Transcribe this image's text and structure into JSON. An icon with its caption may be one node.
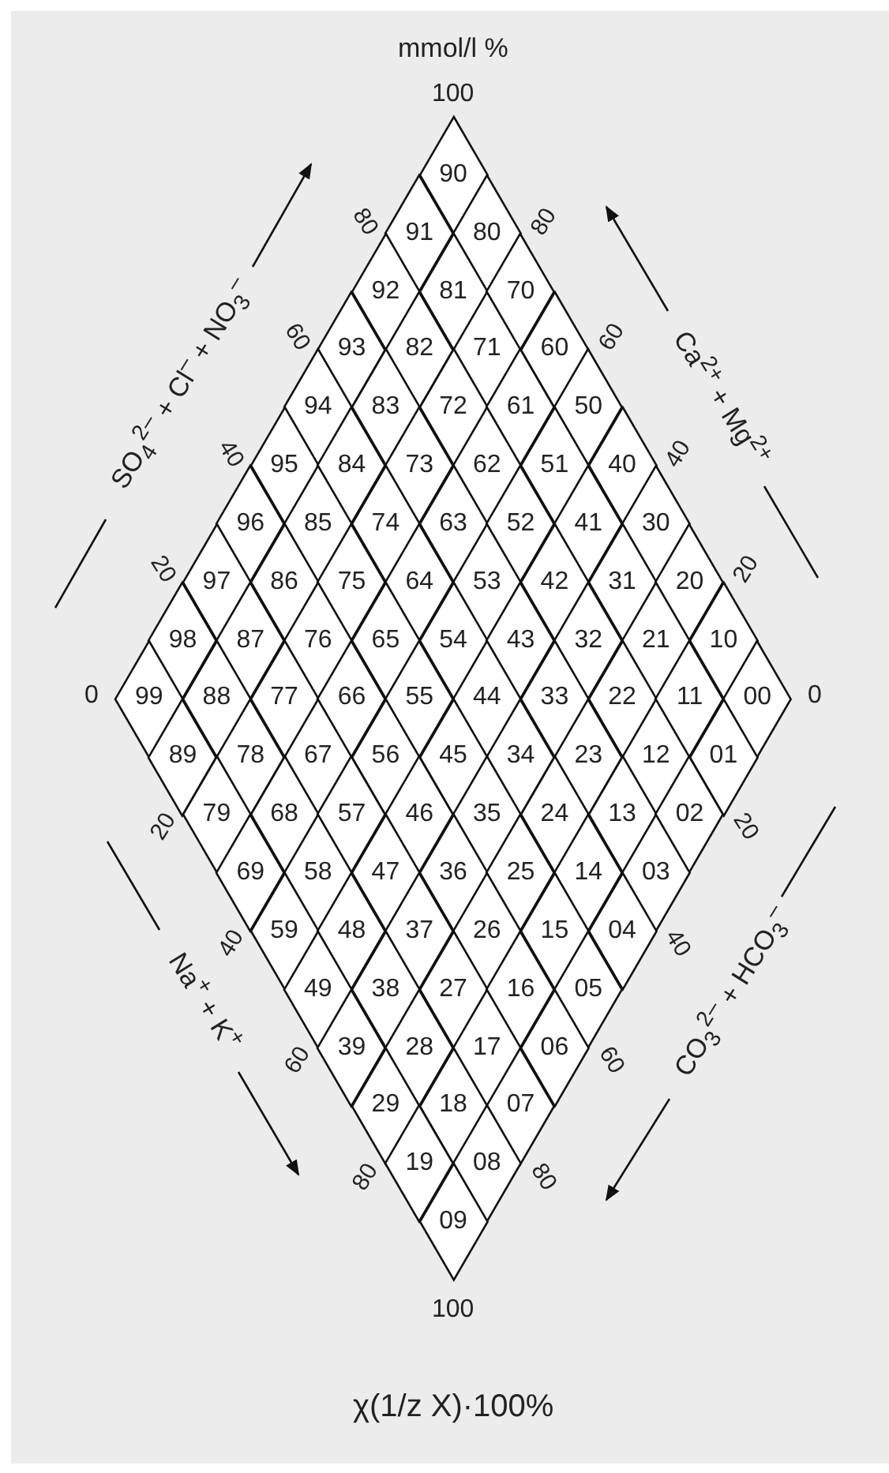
{
  "diagram": {
    "caption": "χ(1/z X)·100%",
    "nodes": [
      {
        "text": [
          "90"
        ]
      },
      {
        "text": [
          "91"
        ]
      },
      {
        "text": [
          "80"
        ]
      },
      {
        "text": [
          "92"
        ]
      },
      {
        "text": [
          "81"
        ]
      },
      {
        "text": [
          "70"
        ]
      },
      {
        "text": [
          "93"
        ]
      },
      {
        "text": [
          "82"
        ]
      },
      {
        "text": [
          "71"
        ]
      },
      {
        "text": [
          "60"
        ]
      },
      {
        "text": [
          "94"
        ]
      },
      {
        "text": [
          "83"
        ]
      },
      {
        "text": [
          "72"
        ]
      },
      {
        "text": [
          "61"
        ]
      },
      {
        "text": [
          "50"
        ]
      },
      {
        "text": [
          "95"
        ]
      },
      {
        "text": [
          "84"
        ]
      },
      {
        "text": [
          "73"
        ]
      },
      {
        "text": [
          "62"
        ]
      },
      {
        "text": [
          "51"
        ]
      },
      {
        "text": [
          "40"
        ]
      },
      {
        "text": [
          "96"
        ]
      },
      {
        "text": [
          "85"
        ]
      },
      {
        "text": [
          "74"
        ]
      },
      {
        "text": [
          "63"
        ]
      },
      {
        "text": [
          "52"
        ]
      },
      {
        "text": [
          "41"
        ]
      },
      {
        "text": [
          "30"
        ]
      },
      {
        "text": [
          "97"
        ]
      },
      {
        "text": [
          "86"
        ]
      },
      {
        "text": [
          "75"
        ]
      },
      {
        "text": [
          "64"
        ]
      },
      {
        "text": [
          "53"
        ]
      },
      {
        "text": [
          "42"
        ]
      },
      {
        "text": [
          "31"
        ]
      },
      {
        "text": [
          "20"
        ]
      },
      {
        "text": [
          "98"
        ]
      },
      {
        "text": [
          "87"
        ]
      },
      {
        "text": [
          "76"
        ]
      },
      {
        "text": [
          "65"
        ]
      },
      {
        "text": [
          "54"
        ]
      },
      {
        "text": [
          "43"
        ]
      },
      {
        "text": [
          "32"
        ]
      },
      {
        "text": [
          "21"
        ]
      },
      {
        "text": [
          "10"
        ]
      },
      {
        "text": [
          "99"
        ]
      },
      {
        "text": [
          "88"
        ]
      },
      {
        "text": [
          "77"
        ]
      },
      {
        "text": [
          "66"
        ]
      },
      {
        "text": [
          "55"
        ]
      },
      {
        "text": [
          "44"
        ]
      },
      {
        "text": [
          "33"
        ]
      },
      {
        "text": [
          "22"
        ]
      },
      {
        "text": [
          "11"
        ]
      },
      {
        "text": [
          "00"
        ]
      },
      {
        "text": [
          "89"
        ]
      },
      {
        "text": [
          "78"
        ]
      },
      {
        "text": [
          "67"
        ]
      },
      {
        "text": [
          "56"
        ]
      },
      {
        "text": [
          "45"
        ]
      },
      {
        "text": [
          "34"
        ]
      },
      {
        "text": [
          "23"
        ]
      },
      {
        "text": [
          "12"
        ]
      },
      {
        "text": [
          "01"
        ]
      },
      {
        "text": [
          "79"
        ]
      },
      {
        "text": [
          "68"
        ]
      },
      {
        "text": [
          "57"
        ]
      },
      {
        "text": [
          "46"
        ]
      },
      {
        "text": [
          "35"
        ]
      },
      {
        "text": [
          "24"
        ]
      },
      {
        "text": [
          "13"
        ]
      },
      {
        "text": [
          "02"
        ]
      },
      {
        "text": [
          "69"
        ]
      },
      {
        "text": [
          "58"
        ]
      },
      {
        "text": [
          "47"
        ]
      },
      {
        "text": [
          "36"
        ]
      },
      {
        "text": [
          "25"
        ]
      },
      {
        "text": [
          "14"
        ]
      },
      {
        "text": [
          "03"
        ]
      },
      {
        "text": [
          "59"
        ]
      },
      {
        "text": [
          "48"
        ]
      },
      {
        "text": [
          "37"
        ]
      },
      {
        "text": [
          "26"
        ]
      },
      {
        "text": [
          "15"
        ]
      },
      {
        "text": [
          "04"
        ]
      },
      {
        "text": [
          "49"
        ]
      },
      {
        "text": [
          "38"
        ]
      },
      {
        "text": [
          "27"
        ]
      },
      {
        "text": [
          "16"
        ]
      },
      {
        "text": [
          "05"
        ]
      },
      {
        "text": [
          "39"
        ]
      },
      {
        "text": [
          "28"
        ]
      },
      {
        "text": [
          "17"
        ]
      },
      {
        "text": [
          "06"
        ]
      },
      {
        "text": [
          "29"
        ]
      },
      {
        "text": [
          "18"
        ]
      },
      {
        "text": [
          "07"
        ]
      },
      {
        "text": [
          "19"
        ]
      },
      {
        "text": [
          "08"
        ]
      },
      {
        "text": [
          "09"
        ]
      }
    ],
    "labels": [
      "mmol/l %",
      "100",
      "80",
      "80",
      "60",
      "60",
      "40",
      "40",
      "20",
      "20",
      "0",
      "0",
      "20",
      "20",
      "40",
      "40",
      "60",
      "60",
      "80",
      "80",
      "100",
      "SO$_{4}$$^{2–}$ + Cl$^{–}$ + NO$_{3}$$^{–}$",
      "Ca$^{2+}$ + Mg$^{2+}$",
      "Na$^{+}$ + K$^{+}$",
      "CO$_{3}$$^{2–}$ + HCO$_{3}$$^{–}$"
    ]
  }
}
